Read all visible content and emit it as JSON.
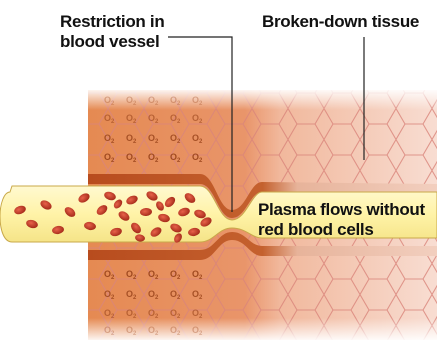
{
  "labels": {
    "restriction_line1": "Restriction in",
    "restriction_line2": "blood vessel",
    "broken_tissue": "Broken-down tissue",
    "plasma_line1": "Plasma flows  without",
    "plasma_line2": "red blood cells"
  },
  "oxygen_marker": "O2",
  "colors": {
    "healthy_tissue": "#e8905c",
    "broken_tissue": "#f6d5c8",
    "vessel_wall": "#b84c1e",
    "plasma": "#fff3a8",
    "red_blood_cell": "#c0392b",
    "oxygen_text": "#a04a20"
  }
}
